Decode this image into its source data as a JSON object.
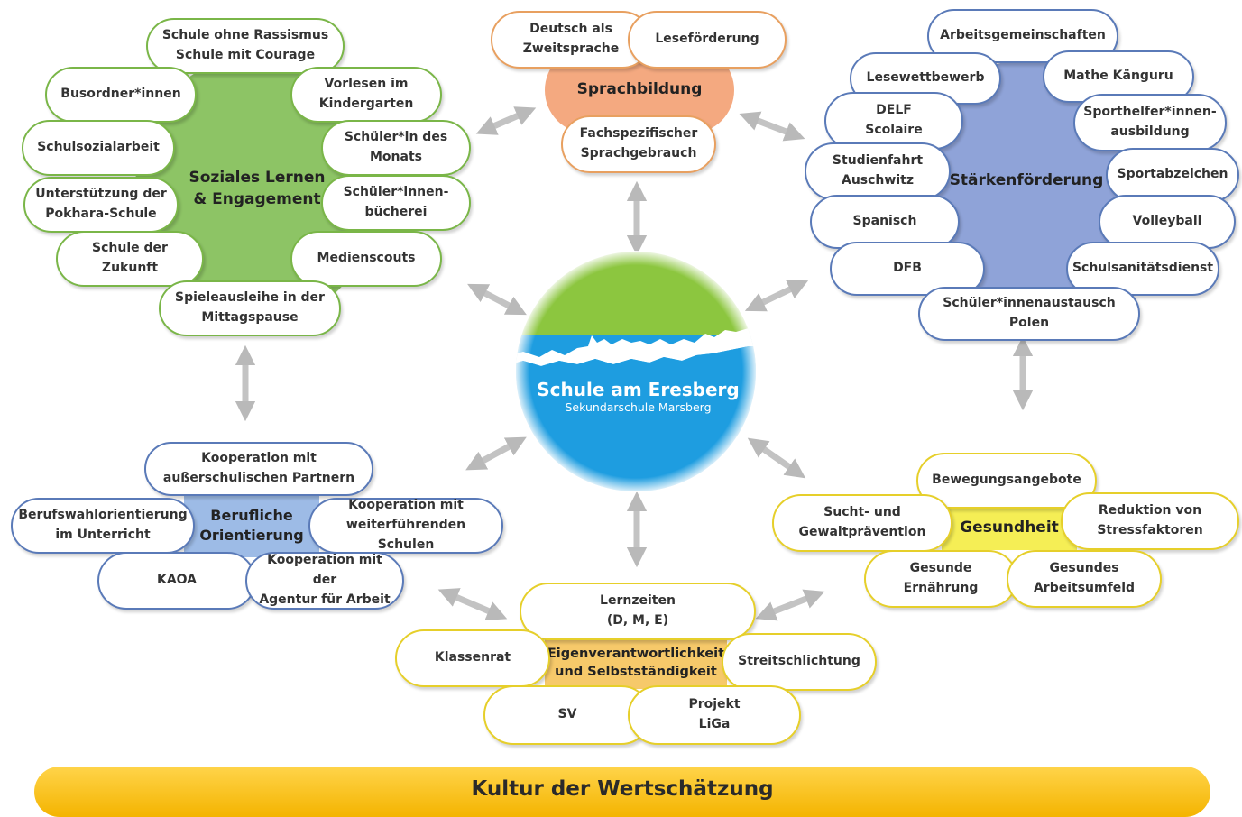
{
  "center": {
    "title": "Schule am Eresberg",
    "subtitle": "Sekundarschule Marsberg",
    "colors": {
      "top": "#8cc63f",
      "bottom": "#1e9de0"
    }
  },
  "clusters": {
    "soziales": {
      "title": "Soziales Lernen\n& Engagement",
      "color": "#7ab648",
      "items": [
        "Schule ohne Rassismus\nSchule mit Courage",
        "Busordner*innen",
        "Vorlesen im\nKindergarten",
        "Schulsozialarbeit",
        "Schüler*in des\nMonats",
        "Unterstützung der\nPokhara-Schule",
        "Schüler*innen-\nbücherei",
        "Schule der\nZukunft",
        "Medienscouts",
        "Spieleausleihe in der\nMittagspause"
      ]
    },
    "sprach": {
      "title": "Sprachbildung",
      "color": "#f0a070",
      "items": [
        "Deutsch als\nZweitsprache",
        "Leseförderung",
        "Fachspezifischer\nSprachgebrauch"
      ]
    },
    "staerken": {
      "title": "Stärkenförderung",
      "color": "#8fa3d8",
      "items": [
        "Arbeitsgemeinschaften",
        "Lesewettbewerb",
        "Mathe Känguru",
        "DELF\nScolaire",
        "Sporthelfer*innen-\nausbildung",
        "Studienfahrt\nAuschwitz",
        "Sportabzeichen",
        "Spanisch",
        "Volleyball",
        "DFB",
        "Schulsanitätsdienst",
        "Schüler*innenaustausch Polen"
      ]
    },
    "beruf": {
      "title": "Berufliche\nOrientierung",
      "color": "#9dbbe6",
      "items": [
        "Kooperation mit\naußerschulischen Partnern",
        "Berufswahlorientierung\nim Unterricht",
        "Kooperation mit\nweiterführenden Schulen",
        "KAOA",
        "Kooperation mit der\nAgentur für Arbeit"
      ]
    },
    "gesundheit": {
      "title": "Gesundheit",
      "color": "#f5ee55",
      "items": [
        "Bewegungsangebote",
        "Sucht- und\nGewaltprävention",
        "Reduktion von\nStressfaktoren",
        "Gesunde\nErnährung",
        "Gesundes\nArbeitsumfeld"
      ]
    },
    "eigen": {
      "title": "Eigenverantwortlichkeit\nund Selbstständigkeit",
      "color": "#f6c96a",
      "items": [
        "Lernzeiten\n(D, M, E)",
        "Klassenrat",
        "Streitschlichtung",
        "SV",
        "Projekt\nLiGa"
      ]
    }
  },
  "banner": "Kultur der Wertschätzung"
}
